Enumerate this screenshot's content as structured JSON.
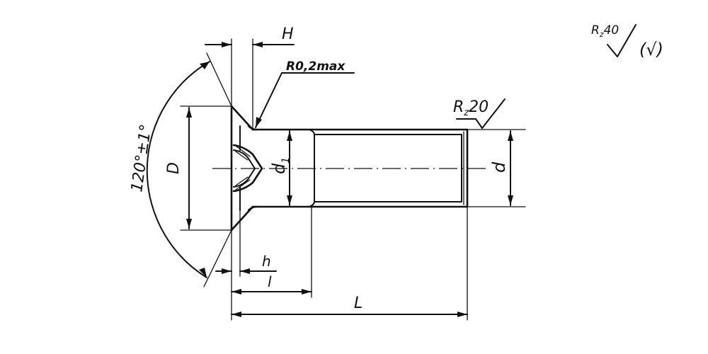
{
  "labels": {
    "H": "H",
    "R_max": "R0,2max",
    "R_main": "R",
    "R_main_sub": "z",
    "R_main_val": "40",
    "R_main_check": "(√)",
    "R_thread": "R",
    "R_thread_sub": "z",
    "R_thread_val": "20",
    "angle": "120°±1°",
    "D": "D",
    "d1": "d",
    "d1_sub": "1",
    "d": "d",
    "h": "h",
    "l": "l",
    "L": "L"
  },
  "colors": {
    "line": "#111111",
    "background": "#ffffff"
  }
}
